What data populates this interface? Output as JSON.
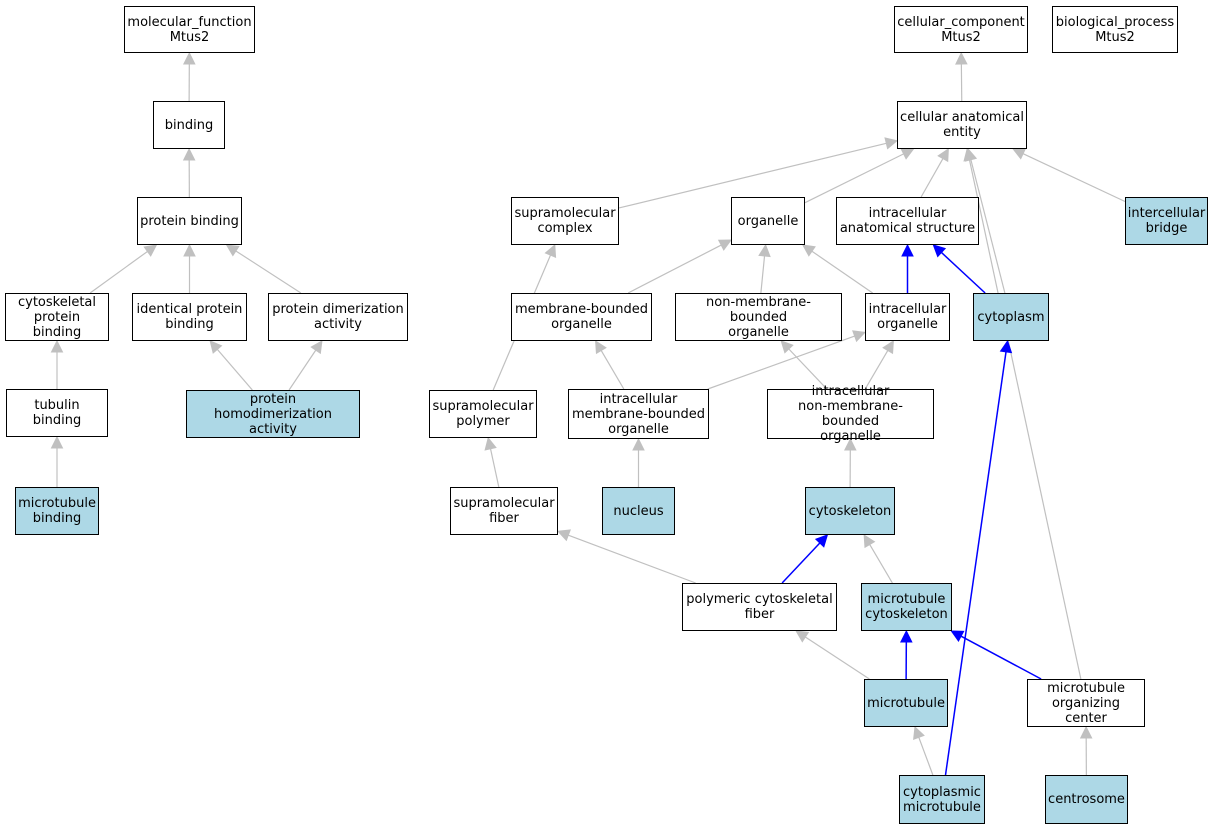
{
  "colors": {
    "highlight_fill": "#add8e6",
    "plain_fill": "#ffffff",
    "border": "#000000",
    "edge_default": "#c0c0c0",
    "edge_highlight": "#0000ff"
  },
  "nodes": {
    "molecular_function": {
      "label": "molecular_function\nMtus2",
      "highlighted": false
    },
    "binding": {
      "label": "binding",
      "highlighted": false
    },
    "protein_binding": {
      "label": "protein binding",
      "highlighted": false
    },
    "cytoskeletal_protein_binding": {
      "label": "cytoskeletal\nprotein binding",
      "highlighted": false
    },
    "identical_protein_binding": {
      "label": "identical protein\nbinding",
      "highlighted": false
    },
    "protein_dimerization_activity": {
      "label": "protein dimerization\nactivity",
      "highlighted": false
    },
    "tubulin_binding": {
      "label": "tubulin binding",
      "highlighted": false
    },
    "protein_homodimerization_activity": {
      "label": "protein homodimerization\nactivity",
      "highlighted": true
    },
    "microtubule_binding": {
      "label": "microtubule\nbinding",
      "highlighted": true
    },
    "cellular_component": {
      "label": "cellular_component\nMtus2",
      "highlighted": false
    },
    "biological_process": {
      "label": "biological_process\nMtus2",
      "highlighted": false
    },
    "cellular_anatomical_entity": {
      "label": "cellular anatomical\nentity",
      "highlighted": false
    },
    "supramolecular_complex": {
      "label": "supramolecular\ncomplex",
      "highlighted": false
    },
    "organelle": {
      "label": "organelle",
      "highlighted": false
    },
    "intracellular_anatomical_structure": {
      "label": "intracellular\nanatomical structure",
      "highlighted": false
    },
    "intercellular_bridge": {
      "label": "intercellular\nbridge",
      "highlighted": true
    },
    "membrane_bounded_organelle": {
      "label": "membrane-bounded\norganelle",
      "highlighted": false
    },
    "non_membrane_bounded_organelle": {
      "label": "non-membrane-bounded\norganelle",
      "highlighted": false
    },
    "intracellular_organelle": {
      "label": "intracellular\norganelle",
      "highlighted": false
    },
    "cytoplasm": {
      "label": "cytoplasm",
      "highlighted": true
    },
    "supramolecular_polymer": {
      "label": "supramolecular\npolymer",
      "highlighted": false
    },
    "intracellular_membrane_bounded_organelle": {
      "label": "intracellular\nmembrane-bounded\norganelle",
      "highlighted": false
    },
    "intracellular_non_membrane_bounded_organelle": {
      "label": "intracellular\nnon-membrane-bounded\norganelle",
      "highlighted": false
    },
    "supramolecular_fiber": {
      "label": "supramolecular\nfiber",
      "highlighted": false
    },
    "nucleus": {
      "label": "nucleus",
      "highlighted": true
    },
    "cytoskeleton": {
      "label": "cytoskeleton",
      "highlighted": true
    },
    "polymeric_cytoskeletal_fiber": {
      "label": "polymeric cytoskeletal\nfiber",
      "highlighted": false
    },
    "microtubule_cytoskeleton": {
      "label": "microtubule\ncytoskeleton",
      "highlighted": true
    },
    "microtubule": {
      "label": "microtubule",
      "highlighted": true
    },
    "microtubule_organizing_center": {
      "label": "microtubule\norganizing center",
      "highlighted": false
    },
    "cytoplasmic_microtubule": {
      "label": "cytoplasmic\nmicrotubule",
      "highlighted": true
    },
    "centrosome": {
      "label": "centrosome",
      "highlighted": true
    }
  },
  "edges": [
    {
      "from": "binding",
      "to": "molecular_function",
      "highlighted": false
    },
    {
      "from": "protein_binding",
      "to": "binding",
      "highlighted": false
    },
    {
      "from": "cytoskeletal_protein_binding",
      "to": "protein_binding",
      "highlighted": false
    },
    {
      "from": "identical_protein_binding",
      "to": "protein_binding",
      "highlighted": false
    },
    {
      "from": "protein_dimerization_activity",
      "to": "protein_binding",
      "highlighted": false
    },
    {
      "from": "tubulin_binding",
      "to": "cytoskeletal_protein_binding",
      "highlighted": false
    },
    {
      "from": "protein_homodimerization_activity",
      "to": "identical_protein_binding",
      "highlighted": false
    },
    {
      "from": "protein_homodimerization_activity",
      "to": "protein_dimerization_activity",
      "highlighted": false
    },
    {
      "from": "microtubule_binding",
      "to": "tubulin_binding",
      "highlighted": false
    },
    {
      "from": "cellular_anatomical_entity",
      "to": "cellular_component",
      "highlighted": false
    },
    {
      "from": "supramolecular_complex",
      "to": "cellular_anatomical_entity",
      "highlighted": false
    },
    {
      "from": "organelle",
      "to": "cellular_anatomical_entity",
      "highlighted": false
    },
    {
      "from": "intracellular_anatomical_structure",
      "to": "cellular_anatomical_entity",
      "highlighted": false
    },
    {
      "from": "cytoplasm",
      "to": "cellular_anatomical_entity",
      "highlighted": false
    },
    {
      "from": "microtubule_organizing_center",
      "to": "cellular_anatomical_entity",
      "highlighted": false
    },
    {
      "from": "intercellular_bridge",
      "to": "cellular_anatomical_entity",
      "highlighted": false
    },
    {
      "from": "membrane_bounded_organelle",
      "to": "organelle",
      "highlighted": false
    },
    {
      "from": "non_membrane_bounded_organelle",
      "to": "organelle",
      "highlighted": false
    },
    {
      "from": "intracellular_organelle",
      "to": "organelle",
      "highlighted": false
    },
    {
      "from": "intracellular_organelle",
      "to": "intracellular_anatomical_structure",
      "highlighted": true
    },
    {
      "from": "cytoplasm",
      "to": "intracellular_anatomical_structure",
      "highlighted": true
    },
    {
      "from": "supramolecular_polymer",
      "to": "supramolecular_complex",
      "highlighted": false
    },
    {
      "from": "intracellular_membrane_bounded_organelle",
      "to": "membrane_bounded_organelle",
      "highlighted": false
    },
    {
      "from": "intracellular_membrane_bounded_organelle",
      "to": "intracellular_organelle",
      "highlighted": false
    },
    {
      "from": "intracellular_non_membrane_bounded_organelle",
      "to": "non_membrane_bounded_organelle",
      "highlighted": false
    },
    {
      "from": "intracellular_non_membrane_bounded_organelle",
      "to": "intracellular_organelle",
      "highlighted": false
    },
    {
      "from": "supramolecular_fiber",
      "to": "supramolecular_polymer",
      "highlighted": false
    },
    {
      "from": "nucleus",
      "to": "intracellular_membrane_bounded_organelle",
      "highlighted": false
    },
    {
      "from": "cytoskeleton",
      "to": "intracellular_non_membrane_bounded_organelle",
      "highlighted": false
    },
    {
      "from": "polymeric_cytoskeletal_fiber",
      "to": "supramolecular_fiber",
      "highlighted": false
    },
    {
      "from": "polymeric_cytoskeletal_fiber",
      "to": "cytoskeleton",
      "highlighted": true
    },
    {
      "from": "microtubule_cytoskeleton",
      "to": "cytoskeleton",
      "highlighted": false
    },
    {
      "from": "microtubule",
      "to": "microtubule_cytoskeleton",
      "highlighted": true
    },
    {
      "from": "microtubule",
      "to": "polymeric_cytoskeletal_fiber",
      "highlighted": false
    },
    {
      "from": "microtubule_organizing_center",
      "to": "microtubule_cytoskeleton",
      "highlighted": true
    },
    {
      "from": "cytoplasmic_microtubule",
      "to": "microtubule",
      "highlighted": false
    },
    {
      "from": "cytoplasmic_microtubule",
      "to": "cytoplasm",
      "highlighted": true
    },
    {
      "from": "centrosome",
      "to": "microtubule_organizing_center",
      "highlighted": false
    }
  ]
}
